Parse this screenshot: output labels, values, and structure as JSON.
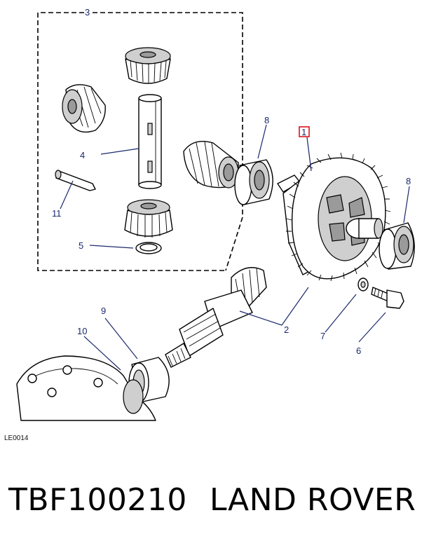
{
  "diagram": {
    "callouts": [
      "1",
      "2",
      "3",
      "4",
      "5",
      "6",
      "7",
      "8",
      "8",
      "9",
      "10",
      "11"
    ],
    "highlighted_callout": "1",
    "highlight_color": "#d9141c",
    "callout_color": "#1c2a6e",
    "reference_code": "LE0014"
  },
  "footer": {
    "part_number": "TBF100210",
    "brand": "LAND ROVER"
  }
}
